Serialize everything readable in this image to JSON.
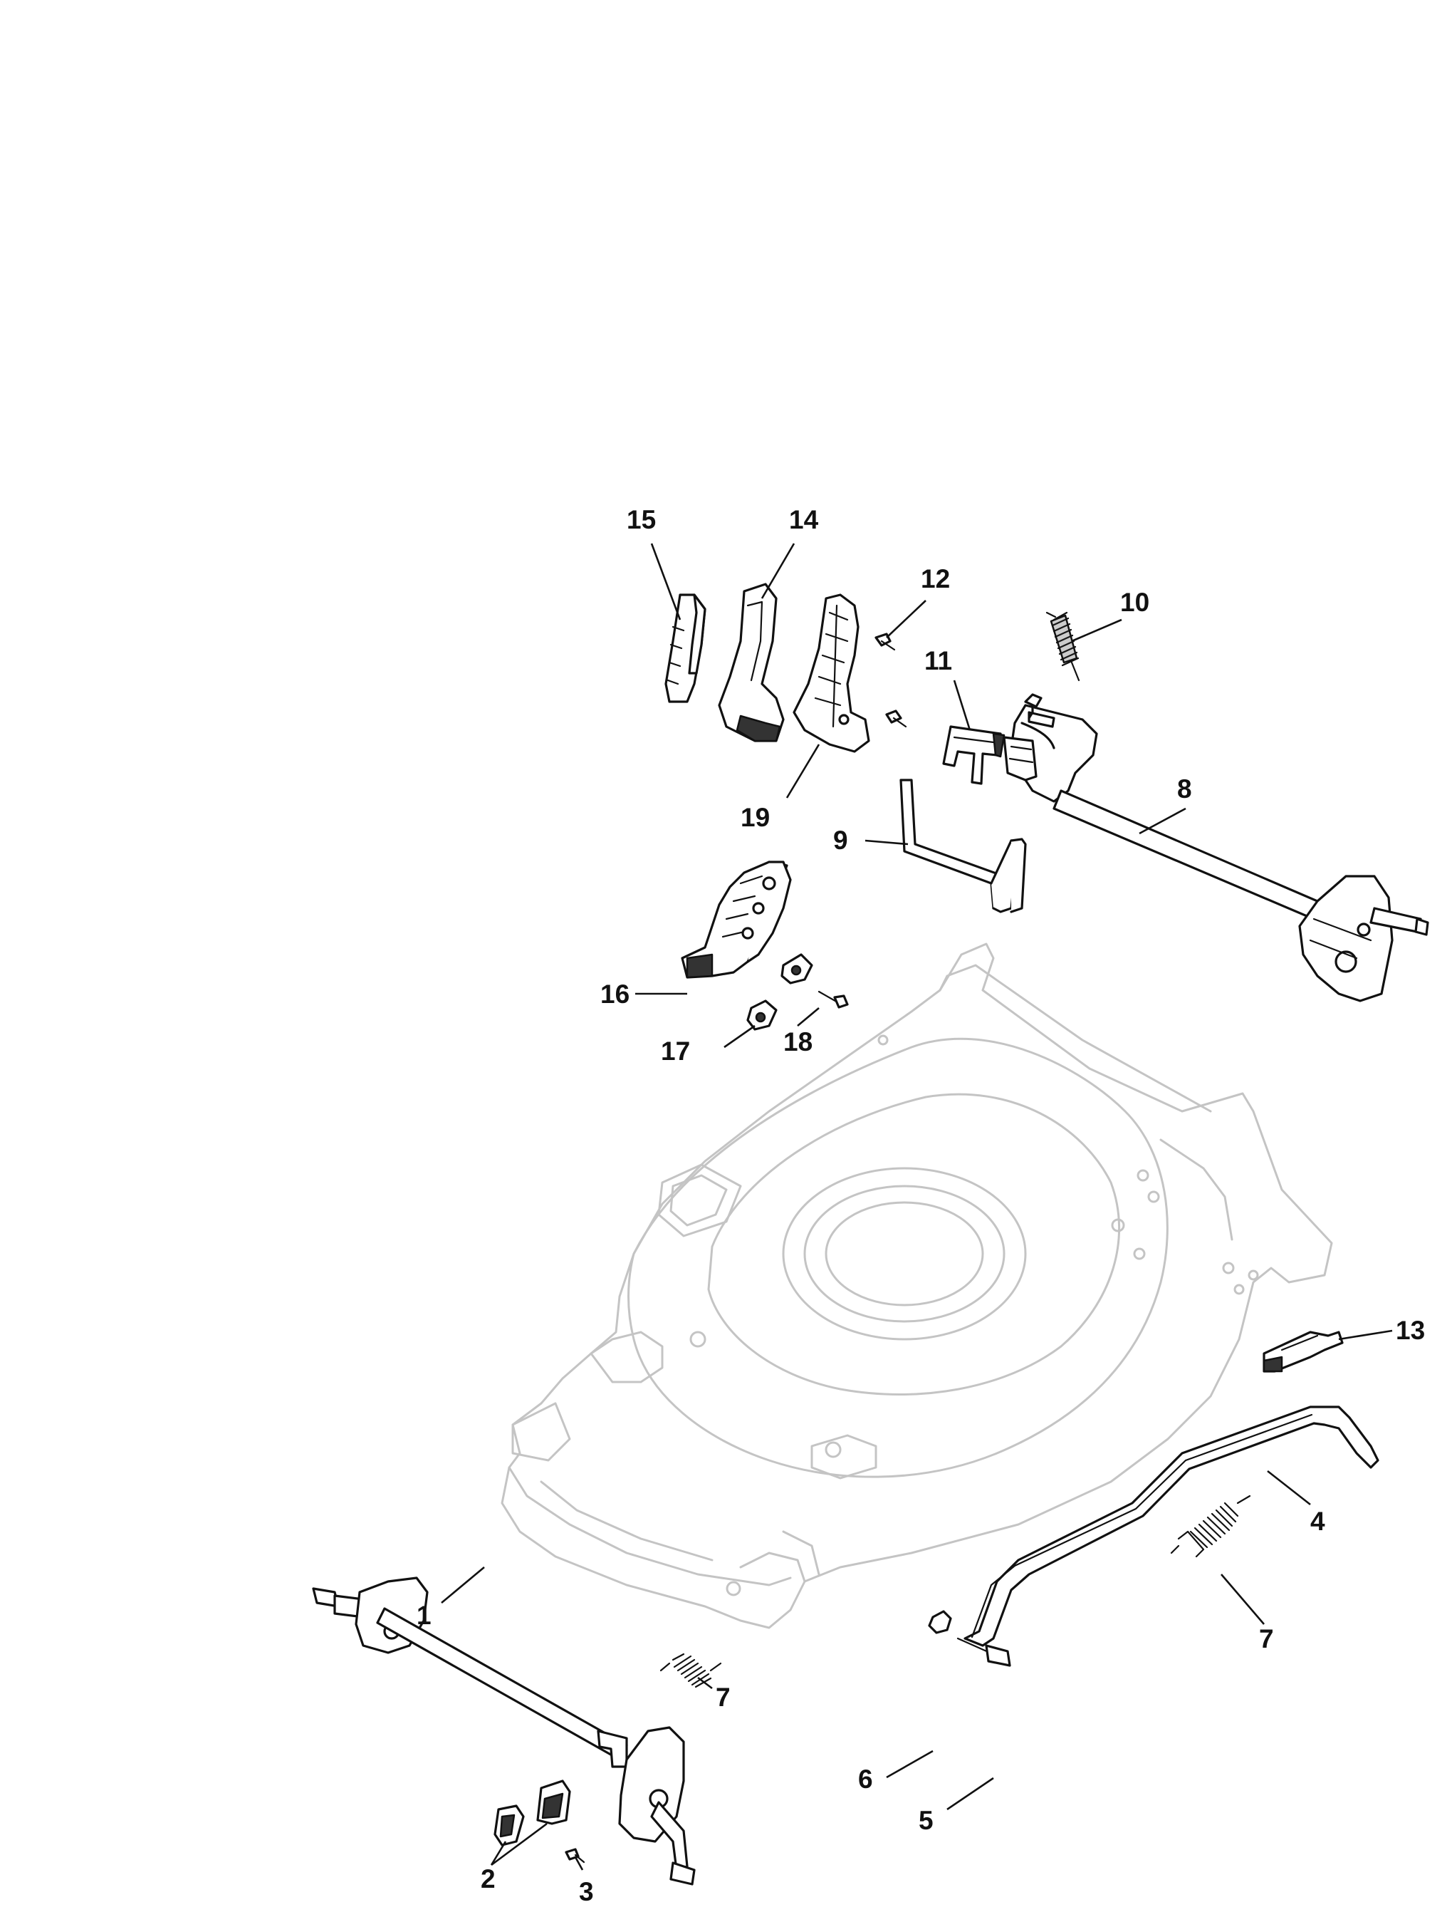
{
  "callouts": {
    "c1": "1",
    "c2": "2",
    "c3": "3",
    "c4": "4",
    "c5": "5",
    "c6": "6",
    "c7a": "7",
    "c7b": "7",
    "c8": "8",
    "c9": "9",
    "c10": "10",
    "c11": "11",
    "c12": "12",
    "c13": "13",
    "c14": "14",
    "c15": "15",
    "c16": "16",
    "c17": "17",
    "c18": "18",
    "c19": "19"
  },
  "colors": {
    "line": "#111111",
    "ghost": "#c4c4c4",
    "background": "#ffffff"
  }
}
